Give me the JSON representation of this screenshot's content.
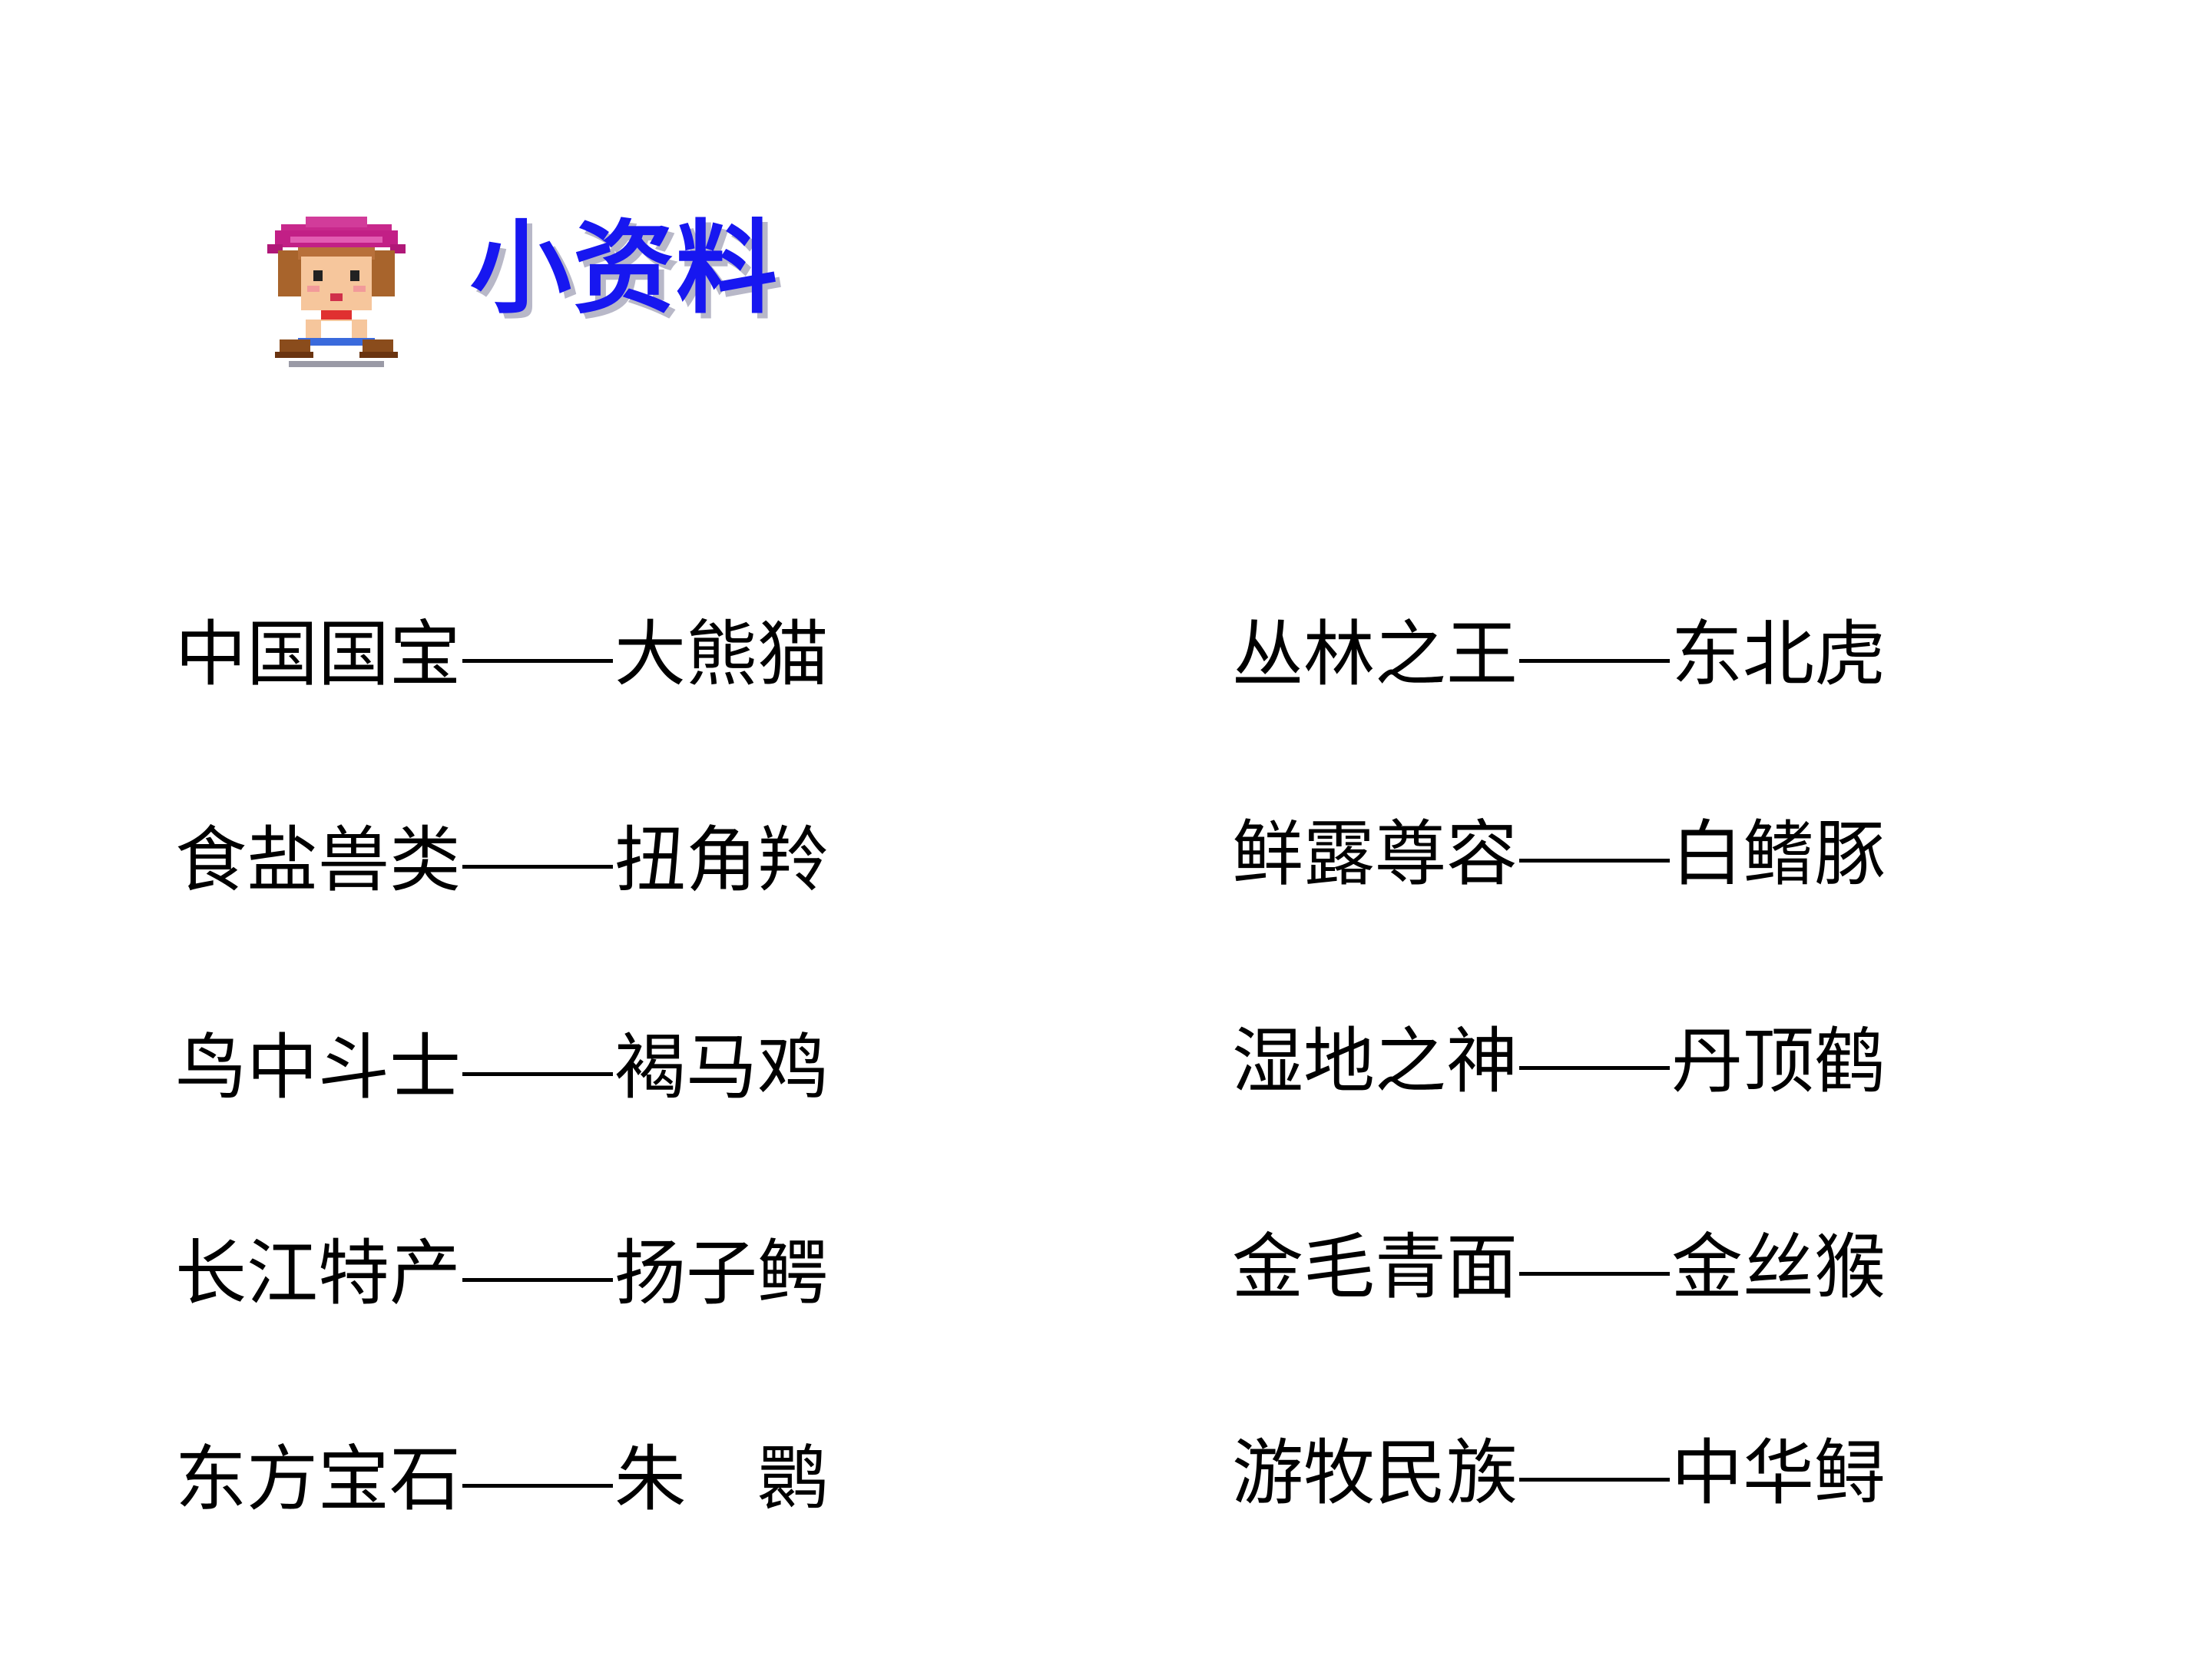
{
  "title": "小资料",
  "left_column": [
    {
      "term": "中国国宝",
      "answer": "大熊猫"
    },
    {
      "term": "食盐兽类",
      "answer": "扭角羚"
    },
    {
      "term": "鸟中斗士",
      "answer": "褐马鸡"
    },
    {
      "term": "长江特产",
      "answer": "扬子鳄"
    },
    {
      "term": "东方宝石",
      "answer": "朱　鹮"
    }
  ],
  "right_column": [
    {
      "term": "丛林之王",
      "answer": "东北虎"
    },
    {
      "term": "鲜露尊容",
      "answer": "白鳍豚"
    },
    {
      "term": "湿地之神",
      "answer": "丹顶鹤"
    },
    {
      "term": "金毛青面",
      "answer": "金丝猴"
    },
    {
      "term": "游牧民族",
      "answer": "中华鲟"
    }
  ],
  "colors": {
    "title": "#1717f0",
    "title_shadow": "#b8b8c8",
    "text": "#000000",
    "background": "#ffffff"
  },
  "icons": {
    "mascot": "cowgirl-mascot-icon"
  }
}
